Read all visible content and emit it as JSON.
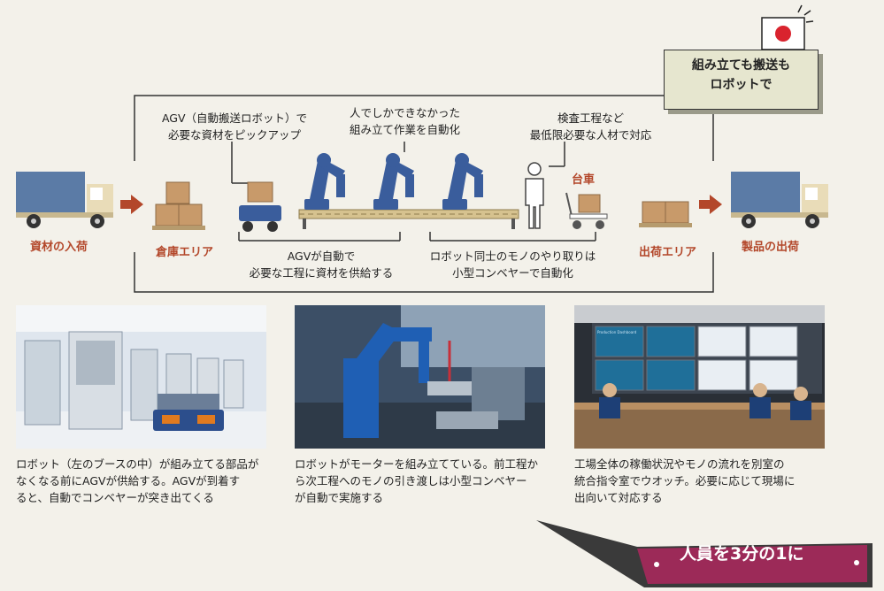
{
  "callout": {
    "line1": "組み立ても搬送も",
    "line2": "ロボットで"
  },
  "flow": {
    "receiving": "資材の入荷",
    "warehouse": "倉庫エリア",
    "cart": "台車",
    "shipping_area": "出荷エリア",
    "product_shipping": "製品の出荷"
  },
  "notes": {
    "agv_top_1": "AGV（自動搬送ロボット）で",
    "agv_top_2": "必要な資材をピックアップ",
    "auto_1": "人でしかできなかった",
    "auto_2": "組み立て作業を自動化",
    "inspect_1": "検査工程など",
    "inspect_2": "最低限必要な人材で対応",
    "agv_bottom_1": "AGVが自動で",
    "agv_bottom_2": "必要な工程に資材を供給する",
    "robot_bottom_1": "ロボット同士のモノのやり取りは",
    "robot_bottom_2": "小型コンベヤーで自動化"
  },
  "photos": [
    {
      "caption": [
        "ロボット（左のブースの中）が組み立てる部品が",
        "なくなる前にAGVが供給する。AGVが到着す",
        "ると、自動でコンベヤーが突き出てくる"
      ]
    },
    {
      "caption": [
        "ロボットがモーターを組み立てている。前工程か",
        "ら次工程へのモノの引き渡しは小型コンベヤー",
        "が自動で実施する"
      ]
    },
    {
      "caption": [
        "工場全体の稼働状況やモノの流れを別室の",
        "統合指令室でウオッチ。必要に応じて現場に",
        "出向いて対応する"
      ],
      "screen_label": "Production Dashboard"
    }
  ],
  "badge": "人員を3分の1に",
  "colors": {
    "truck": "#5b7ba6",
    "box": "#c89a6a",
    "robot": "#3a5d9c",
    "arrow": "#b3472a",
    "badge": "#9c2a58"
  }
}
